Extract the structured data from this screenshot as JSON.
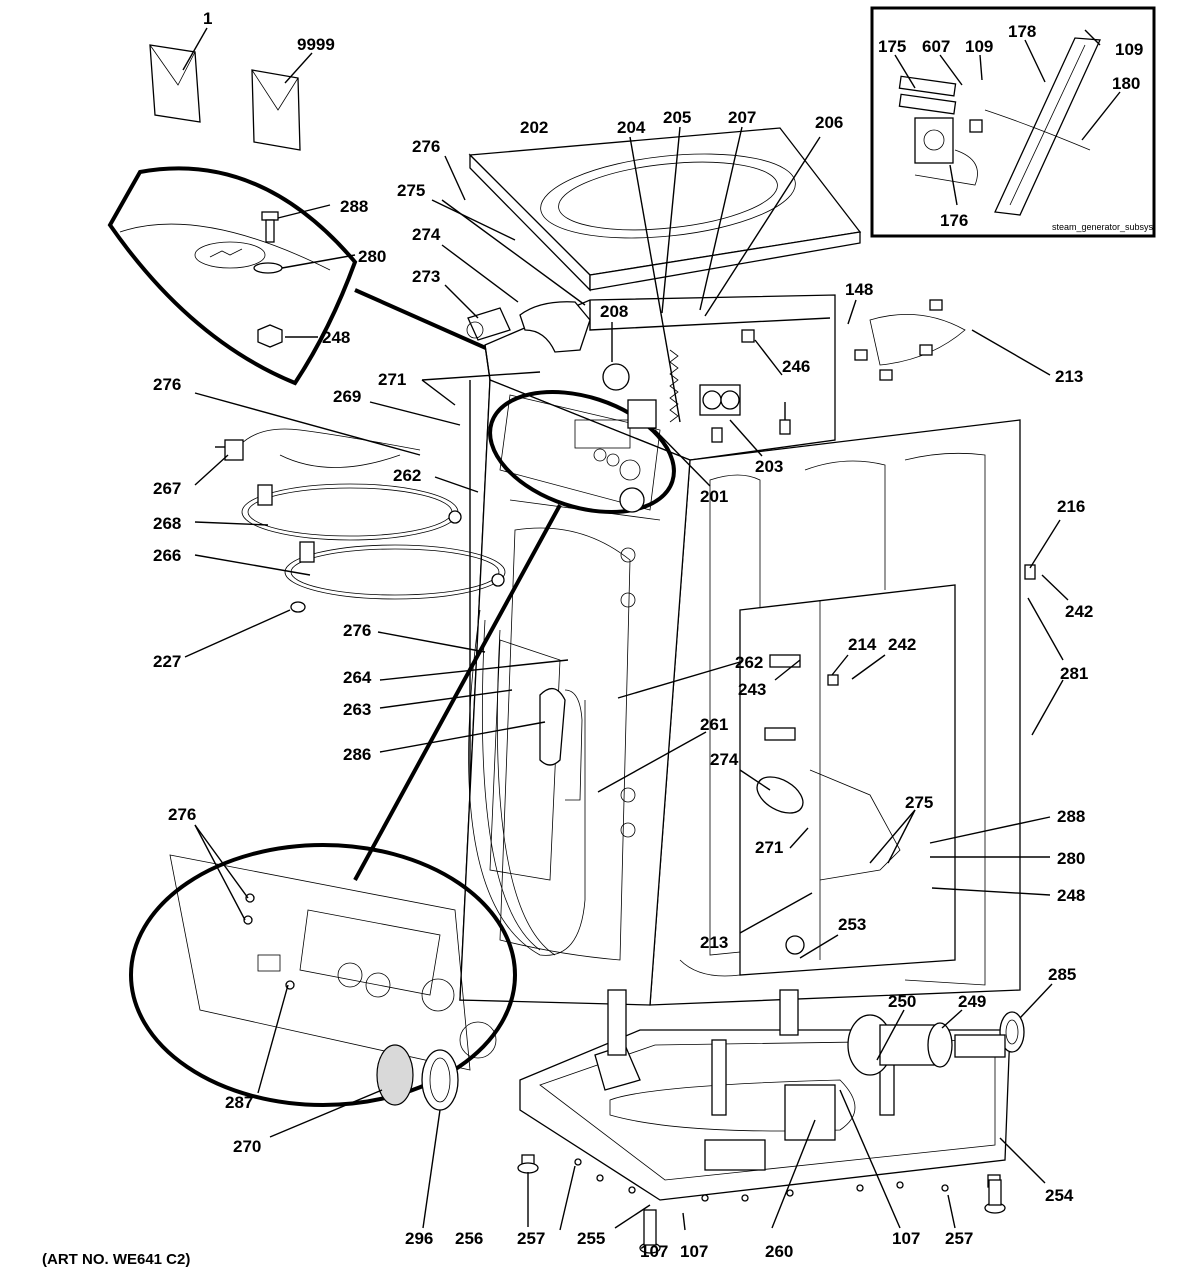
{
  "labels": [
    {
      "id": "1",
      "text": "1"
    },
    {
      "id": "9999",
      "text": "9999"
    },
    {
      "id": "288a",
      "text": "288"
    },
    {
      "id": "280a",
      "text": "280"
    },
    {
      "id": "248a",
      "text": "248"
    },
    {
      "id": "276a",
      "text": "276"
    },
    {
      "id": "275a",
      "text": "275"
    },
    {
      "id": "274a",
      "text": "274"
    },
    {
      "id": "273",
      "text": "273"
    },
    {
      "id": "202",
      "text": "202"
    },
    {
      "id": "204",
      "text": "204"
    },
    {
      "id": "205",
      "text": "205"
    },
    {
      "id": "207",
      "text": "207"
    },
    {
      "id": "206",
      "text": "206"
    },
    {
      "id": "208",
      "text": "208"
    },
    {
      "id": "148",
      "text": "148"
    },
    {
      "id": "213a",
      "text": "213"
    },
    {
      "id": "246",
      "text": "246"
    },
    {
      "id": "271a",
      "text": "271"
    },
    {
      "id": "276b",
      "text": "276"
    },
    {
      "id": "269",
      "text": "269"
    },
    {
      "id": "267",
      "text": "267"
    },
    {
      "id": "262a",
      "text": "262"
    },
    {
      "id": "203",
      "text": "203"
    },
    {
      "id": "201",
      "text": "201"
    },
    {
      "id": "268",
      "text": "268"
    },
    {
      "id": "266",
      "text": "266"
    },
    {
      "id": "216",
      "text": "216"
    },
    {
      "id": "242a",
      "text": "242"
    },
    {
      "id": "227",
      "text": "227"
    },
    {
      "id": "276c",
      "text": "276"
    },
    {
      "id": "281",
      "text": "281"
    },
    {
      "id": "214",
      "text": "214"
    },
    {
      "id": "242b",
      "text": "242"
    },
    {
      "id": "262b",
      "text": "262"
    },
    {
      "id": "243",
      "text": "243"
    },
    {
      "id": "264",
      "text": "264"
    },
    {
      "id": "263",
      "text": "263"
    },
    {
      "id": "261",
      "text": "261"
    },
    {
      "id": "286",
      "text": "286"
    },
    {
      "id": "274b",
      "text": "274"
    },
    {
      "id": "276d",
      "text": "276"
    },
    {
      "id": "275b",
      "text": "275"
    },
    {
      "id": "288b",
      "text": "288"
    },
    {
      "id": "271b",
      "text": "271"
    },
    {
      "id": "280b",
      "text": "280"
    },
    {
      "id": "248b",
      "text": "248"
    },
    {
      "id": "213b",
      "text": "213"
    },
    {
      "id": "253",
      "text": "253"
    },
    {
      "id": "285",
      "text": "285"
    },
    {
      "id": "250",
      "text": "250"
    },
    {
      "id": "249",
      "text": "249"
    },
    {
      "id": "287",
      "text": "287"
    },
    {
      "id": "270",
      "text": "270"
    },
    {
      "id": "254",
      "text": "254"
    },
    {
      "id": "107a",
      "text": "107"
    },
    {
      "id": "256",
      "text": "256"
    },
    {
      "id": "257a",
      "text": "257"
    },
    {
      "id": "296",
      "text": "296"
    },
    {
      "id": "255",
      "text": "255"
    },
    {
      "id": "107b",
      "text": "107"
    },
    {
      "id": "260",
      "text": "260"
    },
    {
      "id": "107c",
      "text": "107"
    },
    {
      "id": "257b",
      "text": "257"
    },
    {
      "id": "175",
      "text": "175"
    },
    {
      "id": "607",
      "text": "607"
    },
    {
      "id": "109a",
      "text": "109"
    },
    {
      "id": "178",
      "text": "178"
    },
    {
      "id": "109b",
      "text": "109"
    },
    {
      "id": "180",
      "text": "180"
    },
    {
      "id": "176",
      "text": "176"
    }
  ],
  "inset_caption": "steam_generator_subsys",
  "art_number": "(ART NO. WE641 C2)"
}
